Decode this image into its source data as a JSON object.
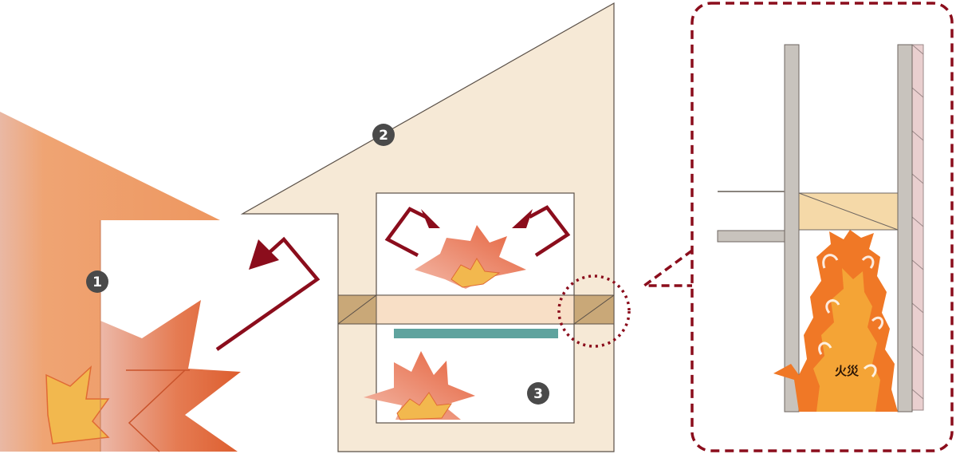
{
  "markers": [
    {
      "id": "1",
      "label": "1"
    },
    {
      "id": "2",
      "label": "2"
    },
    {
      "id": "3",
      "label": "3"
    }
  ],
  "detail": {
    "fire_label": "火災"
  },
  "colors": {
    "burning_house": "#ef9a66",
    "house": "#f6e9d6",
    "arrow": "#8b0d1c",
    "flame": "#e8603a",
    "flame_core": "#f2b84e",
    "stud": "#c8c3bd",
    "beam": "#f5d9a8",
    "block": "#c9a878",
    "teal_bar": "#5fa39e",
    "callout": "#8b0d1c",
    "detail_fire": "#f07826",
    "detail_fire_core": "#f8c844",
    "cladding": "#e9cfcf"
  }
}
